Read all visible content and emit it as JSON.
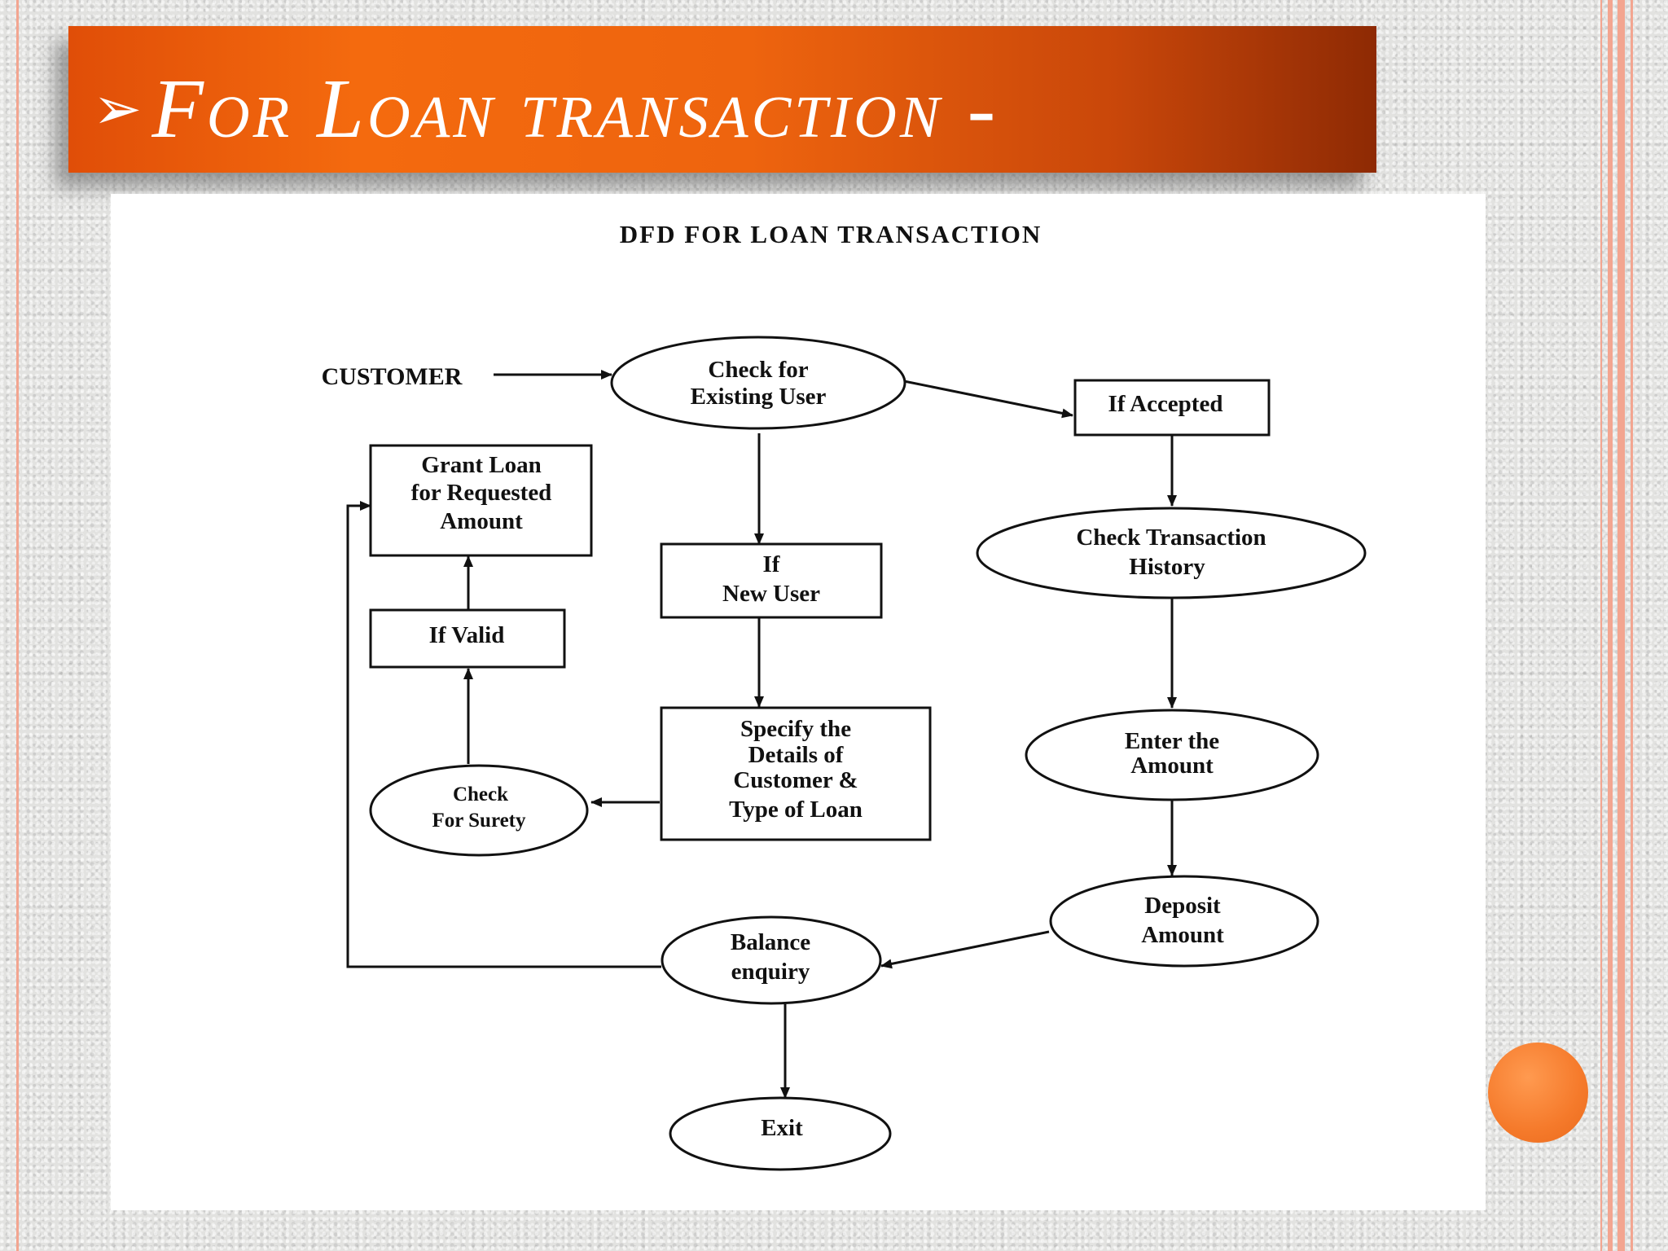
{
  "slide": {
    "bullet_glyph": "➢",
    "title": "For Loan transaction -"
  },
  "diagram": {
    "title": "DFD FOR LOAN TRANSACTION",
    "external_entity": "CUSTOMER",
    "nodes": [
      {
        "id": "check-existing-user",
        "shape": "ellipse",
        "lines": [
          "Check for",
          "Existing User"
        ]
      },
      {
        "id": "if-accepted",
        "shape": "box",
        "lines": [
          "If Accepted"
        ]
      },
      {
        "id": "grant-loan",
        "shape": "box",
        "lines": [
          "Grant Loan",
          "for Requested",
          "Amount"
        ]
      },
      {
        "id": "if-new-user",
        "shape": "box",
        "lines": [
          "If",
          "New User"
        ]
      },
      {
        "id": "check-transaction-history",
        "shape": "ellipse",
        "lines": [
          "Check Transaction",
          "History"
        ]
      },
      {
        "id": "if-valid",
        "shape": "box",
        "lines": [
          "If Valid"
        ]
      },
      {
        "id": "specify-details",
        "shape": "box",
        "lines": [
          "Specify the",
          "Details of",
          "Customer &",
          "Type of Loan"
        ]
      },
      {
        "id": "enter-amount",
        "shape": "ellipse",
        "lines": [
          "Enter the",
          "Amount"
        ]
      },
      {
        "id": "check-surety",
        "shape": "ellipse",
        "lines": [
          "Check",
          "For Surety"
        ]
      },
      {
        "id": "deposit-amount",
        "shape": "ellipse",
        "lines": [
          "Deposit",
          "Amount"
        ]
      },
      {
        "id": "balance-enquiry",
        "shape": "ellipse",
        "lines": [
          "Balance",
          "enquiry"
        ]
      },
      {
        "id": "exit",
        "shape": "ellipse",
        "lines": [
          "Exit"
        ]
      }
    ],
    "edges": [
      {
        "from": "CUSTOMER",
        "to": "check-existing-user"
      },
      {
        "from": "check-existing-user",
        "to": "if-accepted"
      },
      {
        "from": "check-existing-user",
        "to": "if-new-user"
      },
      {
        "from": "if-accepted",
        "to": "check-transaction-history"
      },
      {
        "from": "check-transaction-history",
        "to": "enter-amount"
      },
      {
        "from": "enter-amount",
        "to": "deposit-amount"
      },
      {
        "from": "deposit-amount",
        "to": "balance-enquiry"
      },
      {
        "from": "balance-enquiry",
        "to": "exit"
      },
      {
        "from": "balance-enquiry",
        "to": "grant-loan"
      },
      {
        "from": "if-new-user",
        "to": "specify-details"
      },
      {
        "from": "specify-details",
        "to": "check-surety"
      },
      {
        "from": "check-surety",
        "to": "if-valid"
      },
      {
        "from": "if-valid",
        "to": "grant-loan"
      }
    ]
  },
  "colors": {
    "banner_orange": "#f46a0e",
    "banner_dark": "#8e2a04",
    "frame_salmon": "#f3a590",
    "dot_orange": "#f57a2b"
  }
}
